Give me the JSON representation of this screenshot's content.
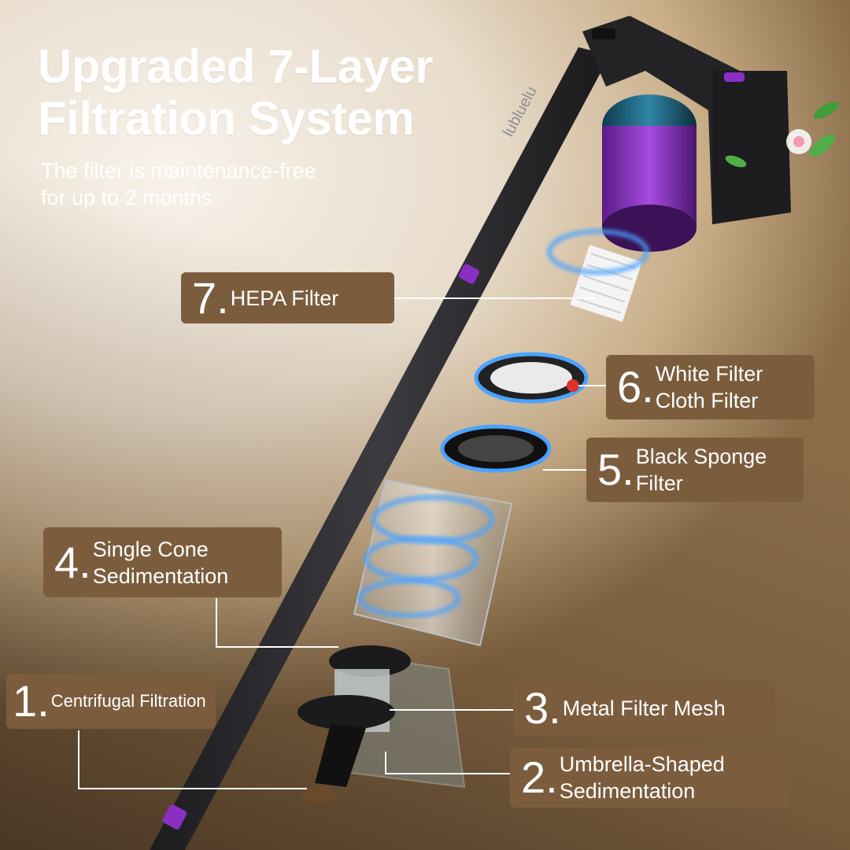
{
  "headline": {
    "line1": "Upgraded 7-Layer",
    "line2": "Filtration System"
  },
  "subhead": {
    "line1": "The filter is maintenance-free",
    "line2": "for up to 2 months"
  },
  "brand_mark": "lubluelu",
  "layers": [
    {
      "number": "7.",
      "lines": [
        "HEPA Filter"
      ]
    },
    {
      "number": "6.",
      "lines": [
        "White Filter",
        "Cloth Filter"
      ]
    },
    {
      "number": "5.",
      "lines": [
        "Black Sponge",
        "Filter"
      ]
    },
    {
      "number": "4.",
      "lines": [
        "Single Cone",
        "Sedimentation"
      ]
    },
    {
      "number": "1.",
      "lines": [
        "Centrifugal Filtration"
      ]
    },
    {
      "number": "3.",
      "lines": [
        "Metal Filter Mesh"
      ]
    },
    {
      "number": "2.",
      "lines": [
        "Umbrella-Shaped",
        "Sedimentation"
      ]
    }
  ],
  "colors": {
    "label_bg": "#7b5d3e",
    "accent_purple": "#8a2fc4",
    "body_dark": "#2b2b2e",
    "glow_blue": "#4aa3ff"
  }
}
